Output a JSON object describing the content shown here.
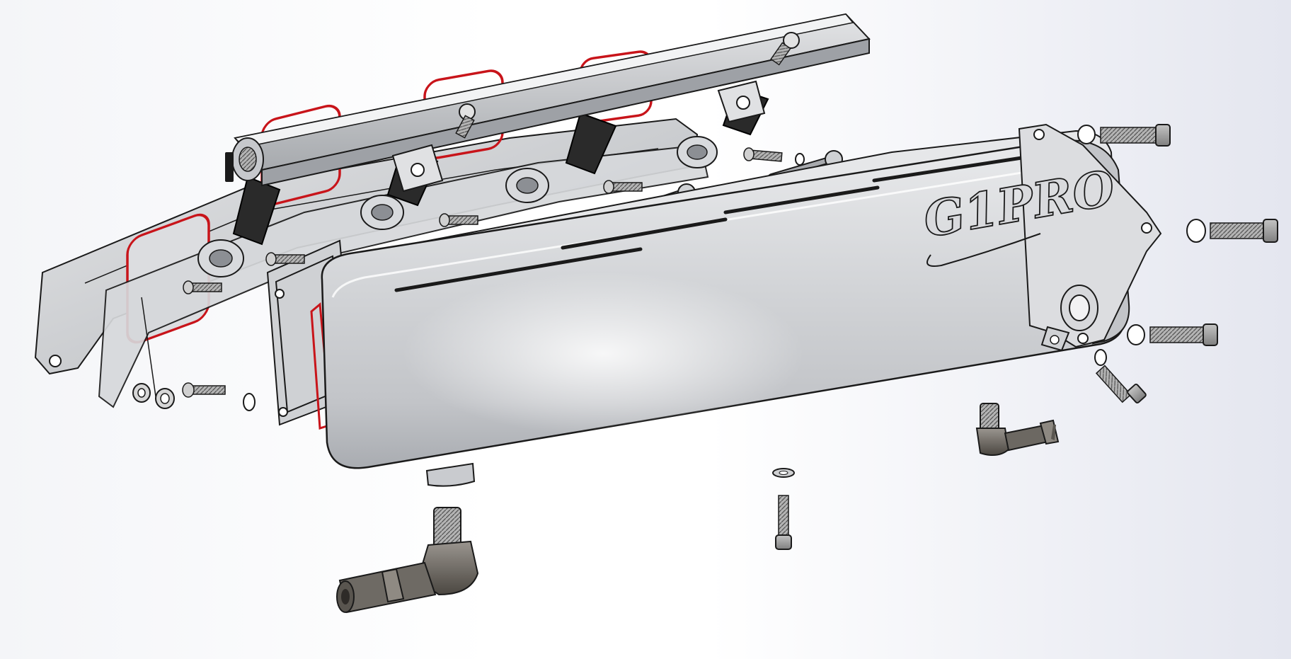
{
  "scene": {
    "part_branding": "G1PRO",
    "colors": {
      "background_left": "#f4f5f8",
      "background_right": "#e4e6ef",
      "aluminum": "#c9cbcf",
      "aluminum_light": "#eceef0",
      "aluminum_dark": "#8a8d92",
      "outline": "#1a1a1a",
      "gasket_red": "#c8141a",
      "injector_black": "#2a2a2a",
      "fitting_dark": "#5c5853"
    },
    "components": {
      "plenum": "intake-plenum",
      "fuel_rail": "fuel-rail",
      "runner_flange": "runner-flange",
      "injectors": "fuel-injector",
      "gaskets": "gasket-o-ring",
      "bolts": "socket-head-bolt",
      "fittings": "elbow-hose-fitting"
    }
  }
}
